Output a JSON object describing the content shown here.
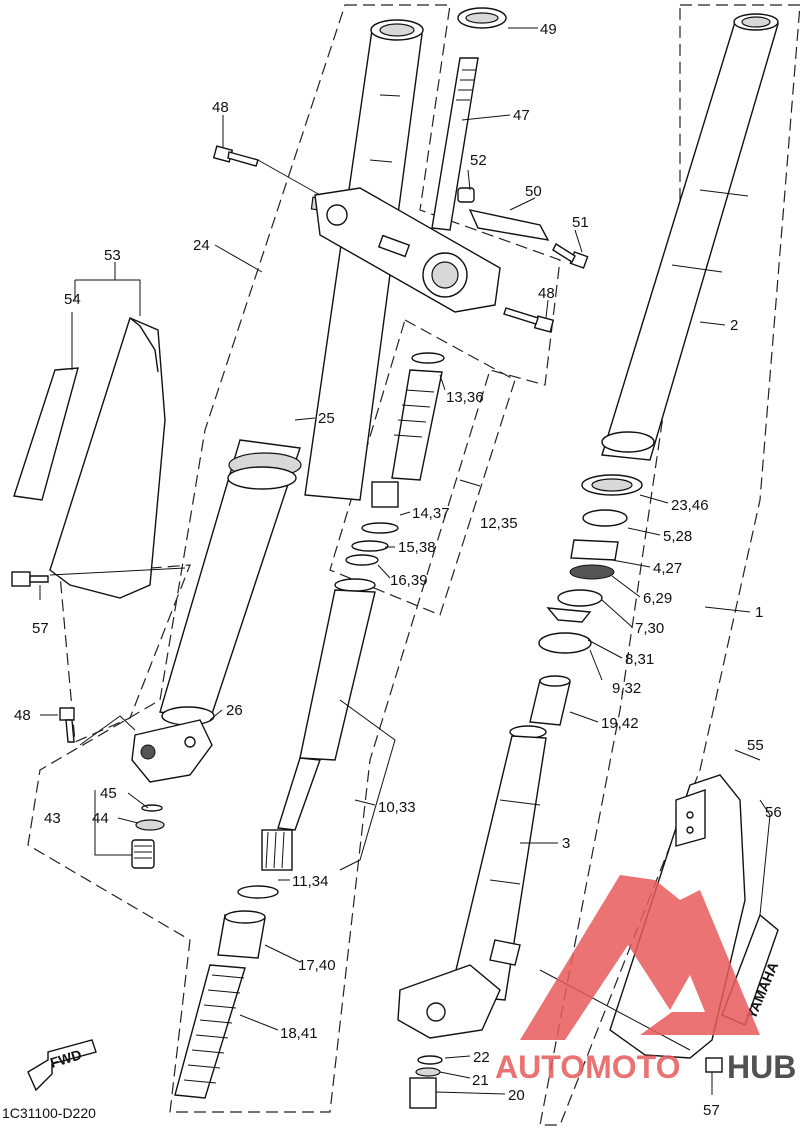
{
  "diagram_code": "1C31100-D220",
  "direction_arrow": "FWD",
  "decal_text": "YAMAHA",
  "watermark": {
    "text_a": "AUTOMOTO",
    "text_b": "HUB",
    "color": "#e85a5a",
    "color_dark": "#222222"
  },
  "callouts": {
    "c49": "49",
    "c47": "47",
    "c48_top": "48",
    "c52": "52",
    "c50": "50",
    "c51": "51",
    "c48_mid": "48",
    "c24": "24",
    "c53": "53",
    "c54": "54",
    "c2": "2",
    "c13_36": "13,36",
    "c25": "25",
    "c23_46": "23,46",
    "c12_35": "12,35",
    "c14_37": "14,37",
    "c5_28": "5,28",
    "c15_38": "15,38",
    "c4_27": "4,27",
    "c16_39": "16,39",
    "c6_29": "6,29",
    "c57_left": "57",
    "c1": "1",
    "c7_30": "7,30",
    "c8_31": "8,31",
    "c9_32": "9,32",
    "c48_left": "48",
    "c26": "26",
    "c19_42": "19,42",
    "c55": "55",
    "c45": "45",
    "c10_33": "10,33",
    "c56": "56",
    "c43": "43",
    "c44": "44",
    "c3": "3",
    "c11_34": "11,34",
    "c17_40": "17,40",
    "c18_41": "18,41",
    "c22": "22",
    "c21": "21",
    "c20": "20",
    "c57_right": "57"
  }
}
